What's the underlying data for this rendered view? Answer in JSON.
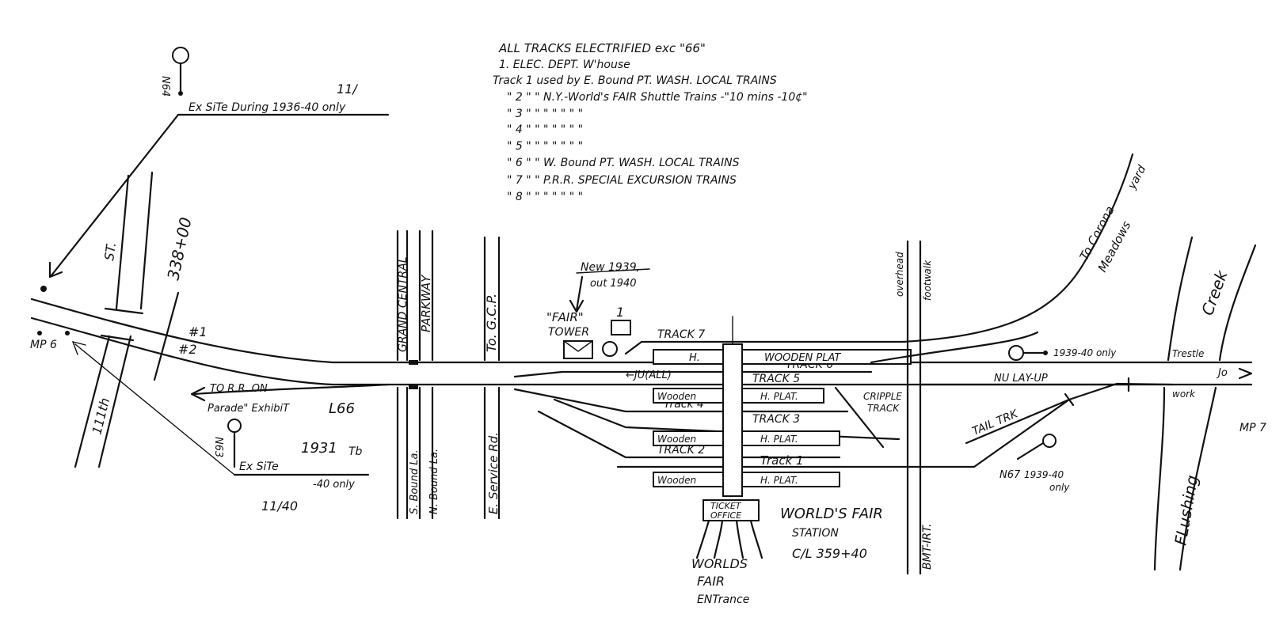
{
  "notes": {
    "header": "ALL TRACKS ELECTRIFIED  exc \"66\"",
    "elec": "1. ELEC. DEPT. W'house",
    "track1": "Track 1 used by  E. Bound PT. WASH.   LOCAL TRAINS",
    "track2": "\"   2  \"  \"   N.Y.-World's FAIR  Shuttle Trains -\"10 mins -10¢\"",
    "track3": "\"   3  \"  \"    \"     \"     \"     \"     \"",
    "track4": "\"   4  \"  \"    \"     \"     \"     \"     \"",
    "track5": "\"   5  \"  \"    \"     \"     \"     \"     \"",
    "track6": "\"   6  \"  \"   W. Bound PT. WASH.   LOCAL TRAINS",
    "track7": "\"   7  \"  \"   P.R.R.  SPECIAL  EXCURSION  TRAINS",
    "track8": "\"   8  \"  \"    \"     \"     \"     \"     \""
  },
  "labels": {
    "n64": "N64",
    "ex_site_top": "Ex SiTe  During 1936-40 only",
    "eleven_top": "11/",
    "st": "ST.",
    "station_338": "338+00",
    "street_111": "111th",
    "mp6": "MP 6",
    "track_no1": "#1",
    "track_no2": "#2",
    "to_rr": "TO R.R. ON",
    "parade_exhibit": "Parade\" ExhibiT",
    "l66": "L66",
    "n63": "N63",
    "ex_site_bottom": "Ex SiTe",
    "ex_site_bottom_years": "-40 only",
    "year_1931": "1931",
    "tb": "Tb",
    "eleven_40": "11/40",
    "grand_central": "GRAND CENTRAL",
    "parkway": "PARKWAY",
    "s_bound": "S. Bound La.",
    "n_bound": "N. Bound La.",
    "to_gcp": "To. G.C.P.",
    "e_service": "E. Service Rd.",
    "new_1939": "New 1939,",
    "out_1940": "out 1940",
    "fair_tower": "\"FAIR\"",
    "tower": "TOWER",
    "one": "1",
    "track7": "TRACK 7",
    "wooden_plat": "WOODEN   PLAT",
    "h_top": "H.",
    "track6": "TRACK 6",
    "track5": "TRACK 5",
    "juall": "←JU(ALL)",
    "wooden_4": "Wooden",
    "h_plat_4": "H. PLAT.",
    "track4": "Track 4",
    "cripple": "CRIPPLE",
    "cripple_track": "TRACK",
    "track3": "TRACK 3",
    "wooden_3": "Wooden",
    "h_plat_3": "H. PLAT.",
    "track2": "TRACK 2",
    "track1": "Track 1",
    "wooden_1": "Wooden",
    "h_plat_1": "H. PLAT.",
    "ticket": "TICKET",
    "office": "OFFICE",
    "worlds_fair_station": "WORLD'S FAIR",
    "station": "STATION",
    "station_no": "C/L 359+40",
    "worlds": "WORLDS",
    "fair": "FAIR",
    "entrance": "ENTrance",
    "overhead": "overhead",
    "footwalk": "footwalk",
    "bmt_irt": "BMT-IRT.",
    "to_corona": "To Corona",
    "meadows": "Meadows",
    "yard": "yard",
    "only_1939": "1939-40 only",
    "nu_lay_up": "NU LAY-UP",
    "tail_trk": "TAIL TRK",
    "n67": "N67",
    "n67_years": "1939-40",
    "n67_only": "only",
    "creek": "Creek",
    "trestle": "Trestle",
    "jo": "Jo",
    "work": "work",
    "flushing": "FLushing",
    "mp7": "MP 7"
  }
}
